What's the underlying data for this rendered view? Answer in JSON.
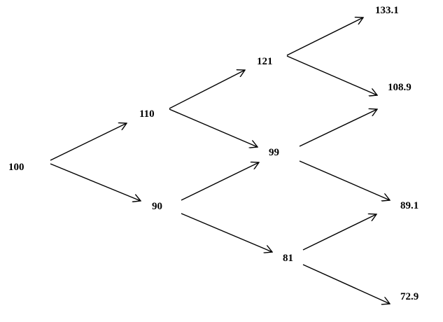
{
  "tree": {
    "nodes": [
      {
        "id": "n0",
        "label": "100"
      },
      {
        "id": "n1u",
        "label": "110"
      },
      {
        "id": "n1d",
        "label": "90"
      },
      {
        "id": "n2uu",
        "label": "121"
      },
      {
        "id": "n2ud",
        "label": "99"
      },
      {
        "id": "n2dd",
        "label": "81"
      },
      {
        "id": "n3uuu",
        "label": "133.1"
      },
      {
        "id": "n3uud",
        "label": "108.9"
      },
      {
        "id": "n3udd",
        "label": "89.1"
      },
      {
        "id": "n3ddd",
        "label": "72.9"
      }
    ],
    "edges": [
      [
        "n0",
        "n1u"
      ],
      [
        "n0",
        "n1d"
      ],
      [
        "n1u",
        "n2uu"
      ],
      [
        "n1u",
        "n2ud"
      ],
      [
        "n1d",
        "n2ud"
      ],
      [
        "n1d",
        "n2dd"
      ],
      [
        "n2uu",
        "n3uuu"
      ],
      [
        "n2uu",
        "n3uud"
      ],
      [
        "n2ud",
        "n3uud"
      ],
      [
        "n2ud",
        "n3udd"
      ],
      [
        "n2dd",
        "n3udd"
      ],
      [
        "n2dd",
        "n3ddd"
      ]
    ]
  }
}
